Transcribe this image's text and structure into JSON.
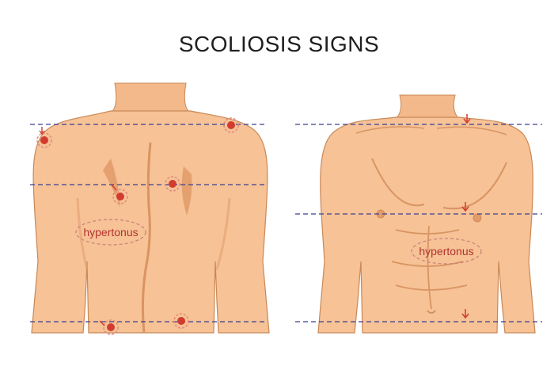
{
  "title": "SCOLIOSIS SIGNS",
  "back_view": {
    "label": "hypertonus",
    "marker_count": 6
  },
  "front_view": {
    "label": "hypertonus",
    "arrow_count": 3
  },
  "colors": {
    "skin": "#f6c296",
    "skin_shadow": "#e9a676",
    "skin_outline": "#c98857",
    "marker": "#d23c2f",
    "marker_ring": "#e38a7e",
    "guide_line": "#3b3f8f",
    "label": "#b3342f",
    "title": "#1e1e1e"
  }
}
